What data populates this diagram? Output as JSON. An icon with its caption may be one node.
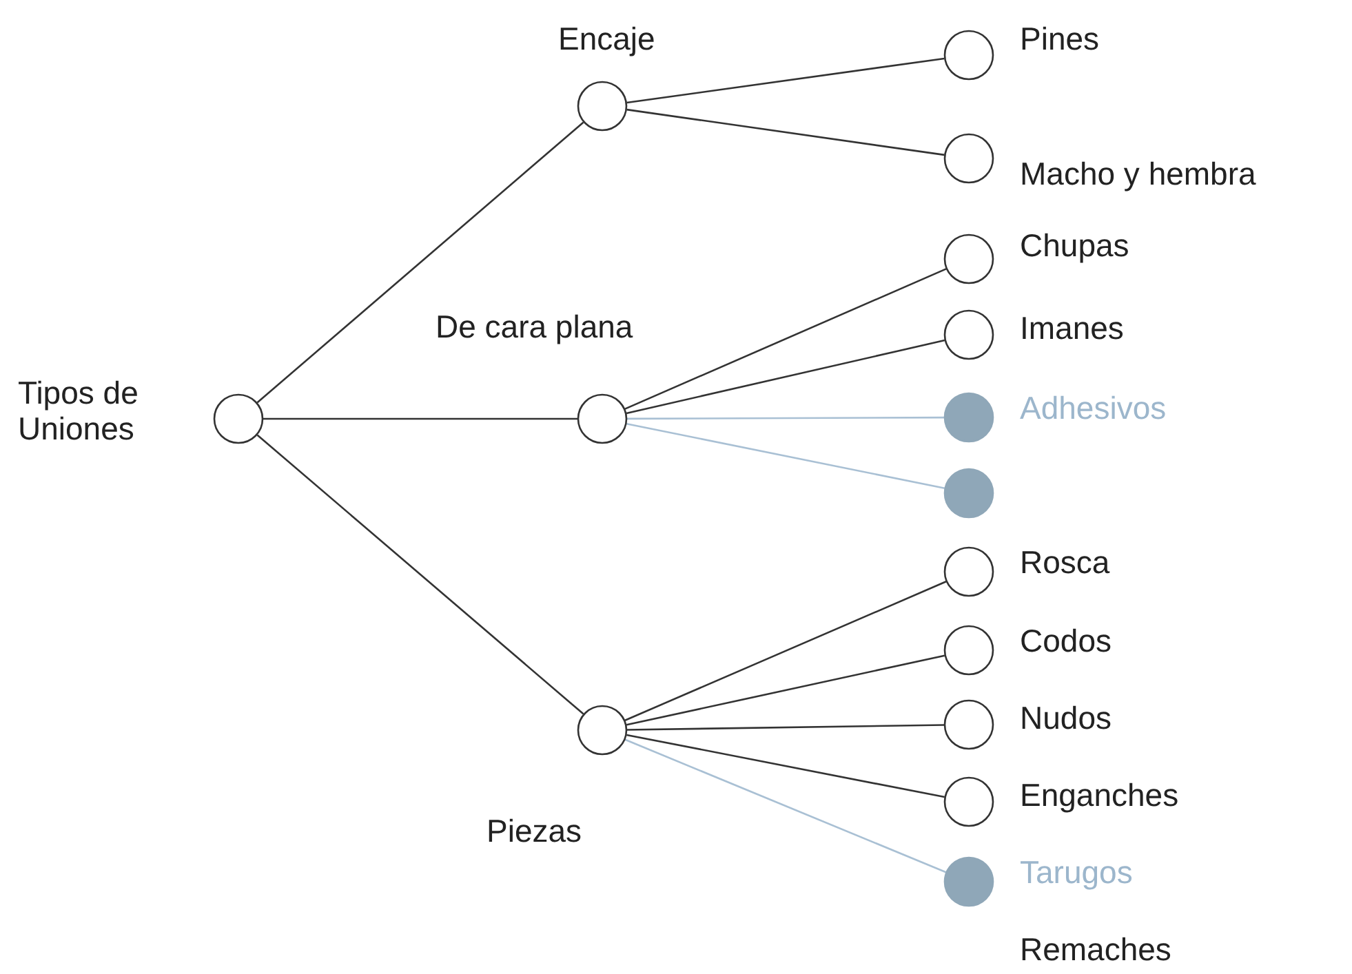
{
  "diagram": {
    "nodes": [
      {
        "text": [
          "Tipos de Uniones"
        ]
      },
      {
        "text": [
          "Encaje"
        ]
      },
      {
        "text": [
          "De cara plana"
        ]
      },
      {
        "text": [
          "Piezas"
        ]
      },
      {
        "text": [
          "Pines"
        ]
      },
      {
        "text": [
          "Macho y hembra"
        ]
      },
      {
        "text": [
          "Chupas"
        ]
      },
      {
        "text": [
          "Imanes"
        ]
      },
      {
        "text": [
          "Adhesivos"
        ]
      },
      {
        "text": [],
        "shape": "circle"
      },
      {
        "text": [
          "Rosca"
        ]
      },
      {
        "text": [
          "Codos"
        ]
      },
      {
        "text": [
          "Nudos"
        ]
      },
      {
        "text": [
          "Enganches"
        ]
      },
      {
        "text": [
          "Tarugos"
        ]
      }
    ],
    "edges": [
      {
        "from": 0,
        "to": 1,
        "arrow": "none"
      },
      {
        "from": 0,
        "to": 2,
        "arrow": "none"
      },
      {
        "from": 0,
        "to": 3,
        "arrow": "none"
      },
      {
        "from": 1,
        "to": 4,
        "arrow": "none"
      },
      {
        "from": 1,
        "to": 5,
        "arrow": "none"
      },
      {
        "from": 2,
        "to": 6,
        "arrow": "none"
      },
      {
        "from": 2,
        "to": 7,
        "arrow": "none"
      },
      {
        "from": 2,
        "to": 8,
        "arrow": "none",
        "color": "#a9c0d4"
      },
      {
        "from": 2,
        "to": 9,
        "arrow": "none",
        "color": "#a9c0d4"
      },
      {
        "from": 3,
        "to": 10,
        "arrow": "none"
      },
      {
        "from": 3,
        "to": 11,
        "arrow": "none"
      },
      {
        "from": 3,
        "to": 12,
        "arrow": "none"
      },
      {
        "from": 3,
        "to": 13,
        "arrow": "none"
      },
      {
        "from": 3,
        "to": 14,
        "arrow": "none",
        "color": "#a9c0d4"
      }
    ],
    "labels": [
      "Remaches"
    ]
  }
}
